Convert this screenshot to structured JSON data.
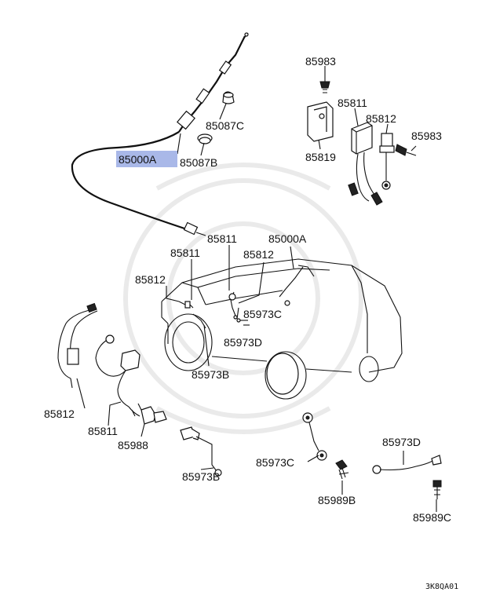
{
  "diagram": {
    "highlight_color": "#a9b8e8",
    "labels": {
      "p85983_top": "85983",
      "p85811_top": "85811",
      "p85812_top": "85812",
      "p85983_right": "85983",
      "p85819": "85819",
      "p85087C": "85087C",
      "p85087B": "85087B",
      "p85000A_main": "85000A",
      "p85811_mid": "85811",
      "p85000A_mid": "85000A",
      "p85812_mid_r": "85812",
      "p85812_mid_l": "85812",
      "p85973C_mid": "85973C",
      "p85973D_mid": "85973D",
      "p85973B_mid": "85973B",
      "p85812_bot": "85812",
      "p85811_bot": "85811",
      "p85988": "85988",
      "p85973B_bot": "85973B",
      "p85973C_bot": "85973C",
      "p85989B": "85989B",
      "p85973D_bot": "85973D",
      "p85989C": "85989C"
    },
    "diagram_code": "3K8QA01"
  }
}
